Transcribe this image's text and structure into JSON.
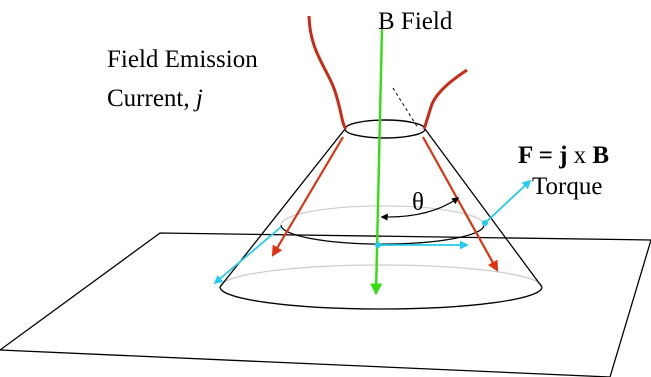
{
  "labels": {
    "b_field": "B Field",
    "emission_line1": "Field Emission",
    "emission_line2_prefix": "Current, ",
    "emission_line2_var": "j",
    "force_F": "F",
    "force_eq": " = ",
    "force_j": "j",
    "force_x": " x ",
    "force_B": "B",
    "torque": "Torque",
    "theta": "θ"
  },
  "colors": {
    "b_field": "#33dd11",
    "current": "#dd3311",
    "wire": "#cc2a14",
    "force": "#22ccee",
    "outline": "#000000",
    "hidden_edge": "#cccccc"
  }
}
